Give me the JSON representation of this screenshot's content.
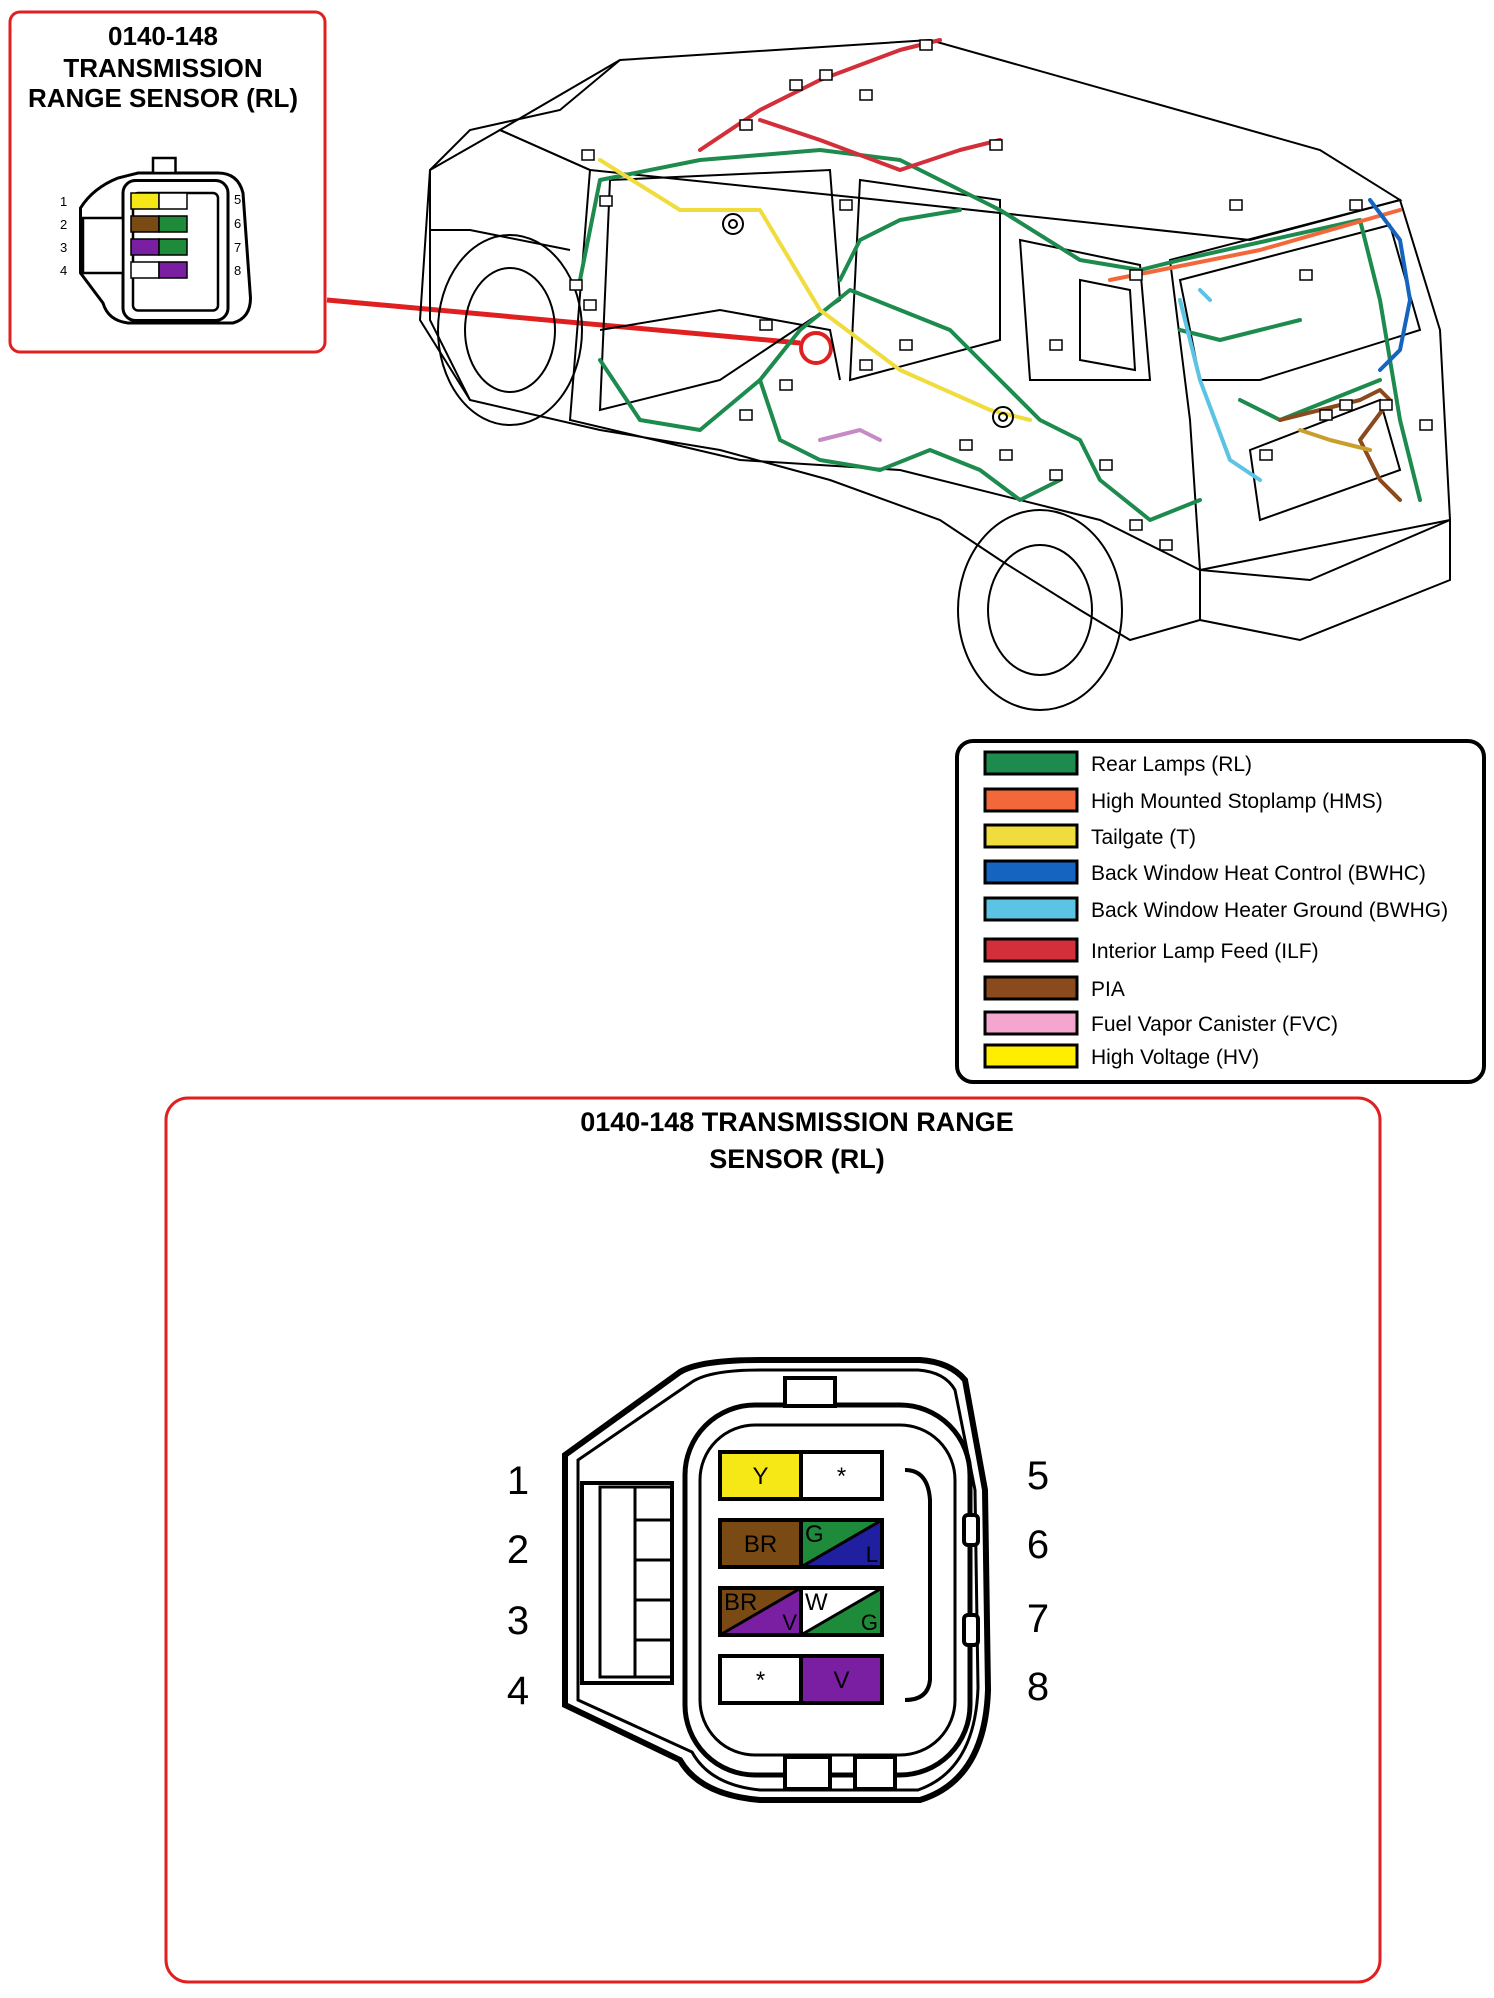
{
  "inset": {
    "title_lines": [
      "0140-148",
      "TRANSMISSION",
      "RANGE SENSOR (RL)"
    ]
  },
  "main_panel": {
    "title_lines": [
      "0140-148 TRANSMISSION RANGE",
      "SENSOR (RL)"
    ]
  },
  "pins": [
    {
      "num": "1",
      "code": "Y",
      "colors": [
        "#f5e816"
      ]
    },
    {
      "num": "2",
      "code": "BR",
      "colors": [
        "#7a4a14"
      ]
    },
    {
      "num": "3",
      "code": "BR",
      "sub": "V",
      "colors": [
        "#7a4a14",
        "#7b1fa2"
      ]
    },
    {
      "num": "4",
      "code": "*",
      "colors": [
        "#ffffff"
      ]
    },
    {
      "num": "5",
      "code": "*",
      "colors": [
        "#ffffff"
      ]
    },
    {
      "num": "6",
      "code": "G",
      "sub": "L",
      "colors": [
        "#1e8b3a",
        "#1f1fa0"
      ]
    },
    {
      "num": "7",
      "code": "W",
      "sub": "G",
      "colors": [
        "#ffffff",
        "#1e8b3a"
      ]
    },
    {
      "num": "8",
      "code": "V",
      "colors": [
        "#7b1fa2"
      ]
    }
  ],
  "legend": [
    {
      "label": "Rear Lamps (RL)",
      "color": "#1e8b4e"
    },
    {
      "label": "High Mounted Stoplamp (HMS)",
      "color": "#f2683a"
    },
    {
      "label": "Tailgate (T)",
      "color": "#f0dc3c"
    },
    {
      "label": "Back Window Heat Control (BWHC)",
      "color": "#1565c0"
    },
    {
      "label": "Back Window Heater Ground (BWHG)",
      "color": "#5bc3e3"
    },
    {
      "label": "Interior Lamp Feed (ILF)",
      "color": "#d32f3a"
    },
    {
      "label": "PIA",
      "color": "#8b4a1e"
    },
    {
      "label": "Fuel Vapor Canister (FVC)",
      "color": "#f5a6cf"
    },
    {
      "label": "High Voltage  (HV)",
      "color": "#ffee00"
    }
  ]
}
